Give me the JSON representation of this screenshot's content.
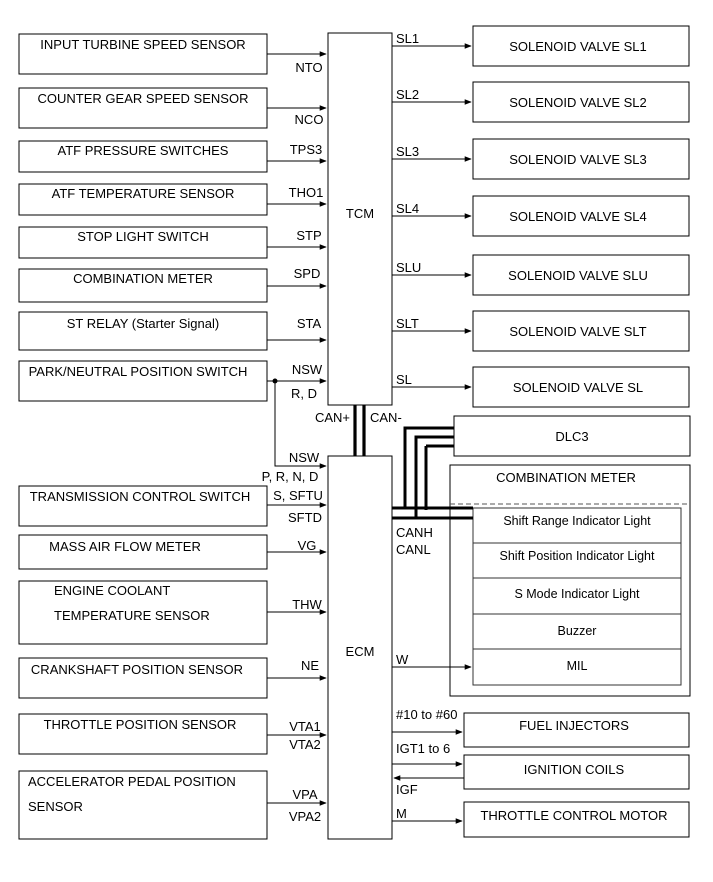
{
  "tcm": {
    "label": "TCM",
    "inputs": [
      {
        "device": "INPUT TURBINE SPEED SENSOR",
        "signal": "NTO"
      },
      {
        "device": "COUNTER GEAR SPEED SENSOR",
        "signal": "NCO"
      },
      {
        "device": "ATF PRESSURE SWITCHES",
        "signal": "TPS3"
      },
      {
        "device": "ATF TEMPERATURE SENSOR",
        "signal": "THO1"
      },
      {
        "device": "STOP LIGHT SWITCH",
        "signal": "STP"
      },
      {
        "device": "COMBINATION METER",
        "signal": "SPD"
      },
      {
        "device": "ST RELAY (Starter Signal)",
        "signal": "STA"
      },
      {
        "device": "PARK/NEUTRAL POSITION SWITCH",
        "signal": "NSW",
        "signal2": "R, D"
      }
    ],
    "outputs": [
      {
        "signal": "SL1",
        "device": "SOLENOID VALVE SL1"
      },
      {
        "signal": "SL2",
        "device": "SOLENOID VALVE SL2"
      },
      {
        "signal": "SL3",
        "device": "SOLENOID VALVE SL3"
      },
      {
        "signal": "SL4",
        "device": "SOLENOID VALVE SL4"
      },
      {
        "signal": "SLU",
        "device": "SOLENOID VALVE SLU"
      },
      {
        "signal": "SLT",
        "device": "SOLENOID VALVE SLT"
      },
      {
        "signal": "SL",
        "device": "SOLENOID VALVE SL"
      }
    ],
    "can_plus": "CAN+",
    "can_minus": "CAN-"
  },
  "ecm": {
    "label": "ECM",
    "nsw_input": {
      "signal": "NSW",
      "signal2": "P, R, N, D"
    },
    "inputs": [
      {
        "device": "TRANSMISSION CONTROL SWITCH",
        "signals": [
          "S, SFTU",
          "SFTD"
        ]
      },
      {
        "device": "MASS AIR FLOW METER",
        "signals": [
          "VG"
        ]
      },
      {
        "device": [
          "ENGINE COOLANT",
          "TEMPERATURE SENSOR"
        ],
        "signals": [
          "THW"
        ]
      },
      {
        "device": "CRANKSHAFT POSITION SENSOR",
        "signals": [
          "NE"
        ]
      },
      {
        "device": "THROTTLE POSITION SENSOR",
        "signals": [
          "VTA1",
          "VTA2"
        ]
      },
      {
        "device": [
          "ACCELERATOR PEDAL POSITION",
          "SENSOR"
        ],
        "signals": [
          "VPA",
          "VPA2"
        ]
      }
    ],
    "canh": "CANH",
    "canl": "CANL",
    "w_signal": "W",
    "outputs": [
      {
        "signal": "#10 to #60",
        "device": "FUEL INJECTORS"
      },
      {
        "signal": "IGT1 to 6",
        "signal2": "IGF",
        "device": "IGNITION COILS"
      },
      {
        "signal": "M",
        "device": "THROTTLE CONTROL MOTOR"
      }
    ]
  },
  "dlc3": {
    "label": "DLC3"
  },
  "combination_meter": {
    "title": "COMBINATION METER",
    "items": [
      "Shift Range Indicator Light",
      "Shift Position Indicator Light",
      "S Mode Indicator Light",
      "Buzzer",
      "MIL"
    ]
  }
}
